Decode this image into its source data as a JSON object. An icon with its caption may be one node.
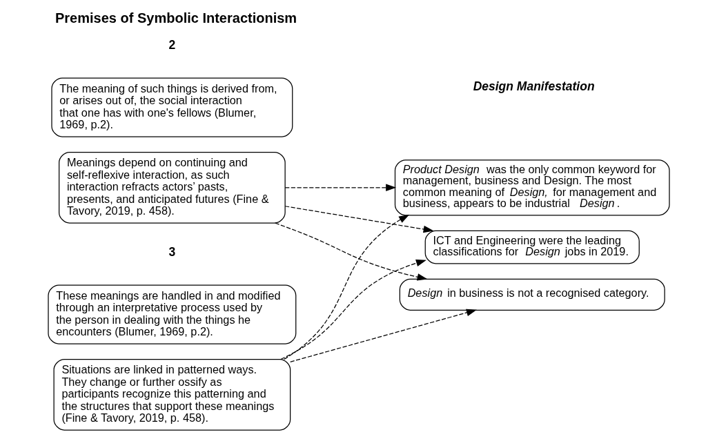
{
  "diagram": {
    "title": "Premises of Symbolic Interactionism",
    "nodes": [
      {
        "text": [
          "The meaning of such things is derived from, or arises out of, the social interaction that one has with one's fellows (Blumer, 1969, p.2)."
        ]
      },
      {
        "text": [
          "Meanings depend on continuing and self-reflexive interaction, as such interaction refracts actors’ pasts, presents, and anticipated futures (Fine & Tavory, 2019, p. 458)."
        ]
      },
      {
        "text": [
          "These meanings are handled in and modified through an interpretative process used by the person in dealing with the things he encounters (Blumer, 1969, p.2)."
        ]
      },
      {
        "text": [
          "Situations are linked in patterned ways. They change or further ossify as participants recognize this patterning and the structures that support these meanings (Fine & Tavory, 2019, p. 458)."
        ]
      },
      {
        "text": [
          "*Product Design* was the only common keyword for management, business and Design. The most common meaning of *Design,* for management and business, appears to be industrial *Design*."
        ]
      },
      {
        "text": [
          "ICT and Engineering were the leading classifications for *Design* jobs in 2019."
        ]
      },
      {
        "text": [
          "*Design* in business is not a recognised category."
        ]
      }
    ],
    "edges": [
      {
        "from": 1,
        "to": 4,
        "arrow": "to",
        "style": "dashed"
      },
      {
        "from": 1,
        "to": 5,
        "arrow": "to",
        "style": "dashed"
      },
      {
        "from": 1,
        "to": 6,
        "arrow": "to",
        "style": "dashed"
      },
      {
        "from": 3,
        "to": 4,
        "arrow": "to",
        "style": "dashed"
      },
      {
        "from": 3,
        "to": 5,
        "arrow": "to",
        "style": "dashed"
      },
      {
        "from": 3,
        "to": 6,
        "arrow": "to",
        "style": "dashed"
      }
    ],
    "labels": [
      "2",
      "Design Manifestation",
      "3"
    ]
  }
}
